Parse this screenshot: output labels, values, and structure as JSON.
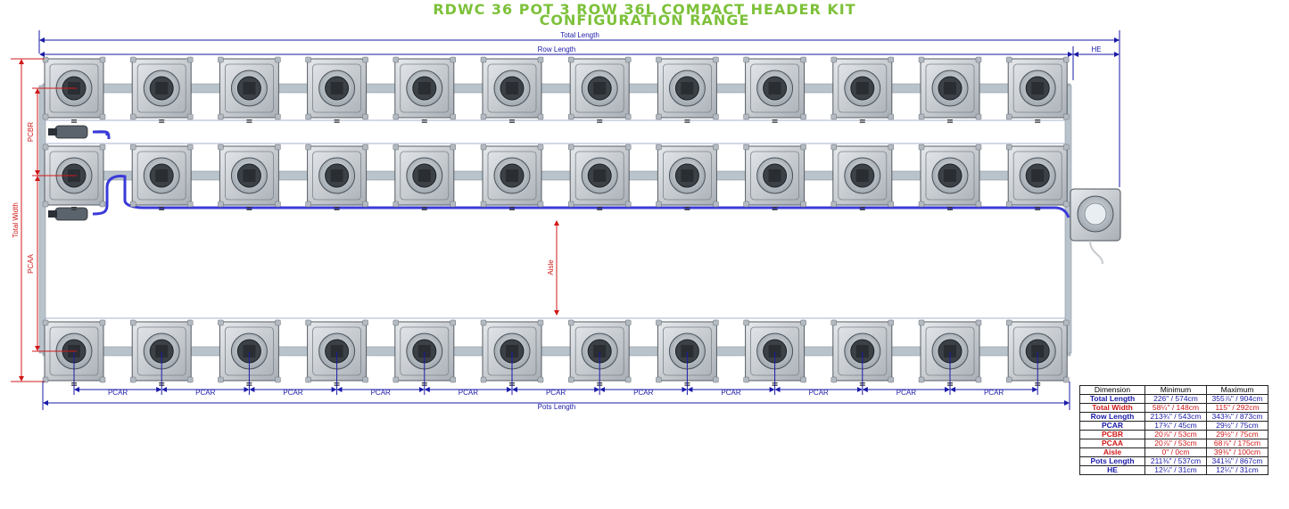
{
  "title": {
    "line1": "RDWC 36 POT 3 ROW 36L COMPACT HEADER KIT",
    "line2": "CONFIGURATION RANGE"
  },
  "colors": {
    "title": "#7dc13a",
    "blue_dimension": "#1a1aa8",
    "red_dimension": "#d01818",
    "pipe": "#b9c3cc",
    "water_line": "#3a3ad8",
    "pot": "#c8ccd2"
  },
  "labels": {
    "total_length": "Total Length",
    "row_length": "Row Length",
    "he": "HE",
    "total_width": "Total Width",
    "pcbr": "PCBR",
    "pcaa": "PCAA",
    "aisle": "Aisle",
    "pcar": "PCAR",
    "pots_length": "Pots Length"
  },
  "layout": {
    "rows": 3,
    "pots_per_row": 12
  },
  "table": {
    "headers": [
      "Dimension",
      "Minimum",
      "Maximum"
    ],
    "rows": [
      {
        "label": "Total Length",
        "color": "blue",
        "min": "226\" / 574cm",
        "max": "355⅞\" / 904cm"
      },
      {
        "label": "Total Width",
        "color": "red",
        "min": "58¼\" / 148cm",
        "max": "115\" / 292cm"
      },
      {
        "label": "Row Length",
        "color": "blue",
        "min": "213¾\" / 543cm",
        "max": "343¾\" / 873cm"
      },
      {
        "label": "PCAR",
        "color": "blue",
        "min": "17¾\" / 45cm",
        "max": "29½\" / 75cm"
      },
      {
        "label": "PCBR",
        "color": "red",
        "min": "20⅞\" / 53cm",
        "max": "29½\" / 75cm"
      },
      {
        "label": "PCAA",
        "color": "red",
        "min": "20⅞\" / 53cm",
        "max": "68⅞\" / 175cm"
      },
      {
        "label": "Aisle",
        "color": "red",
        "min": "0\" / 0cm",
        "max": "39⅜\" / 100cm"
      },
      {
        "label": "Pots Length",
        "color": "blue",
        "min": "211⅜\" / 537cm",
        "max": "341⅛\" / 867cm"
      },
      {
        "label": "HE",
        "color": "blue",
        "min": "12¼\" / 31cm",
        "max": "12¼\" / 31cm"
      }
    ]
  }
}
